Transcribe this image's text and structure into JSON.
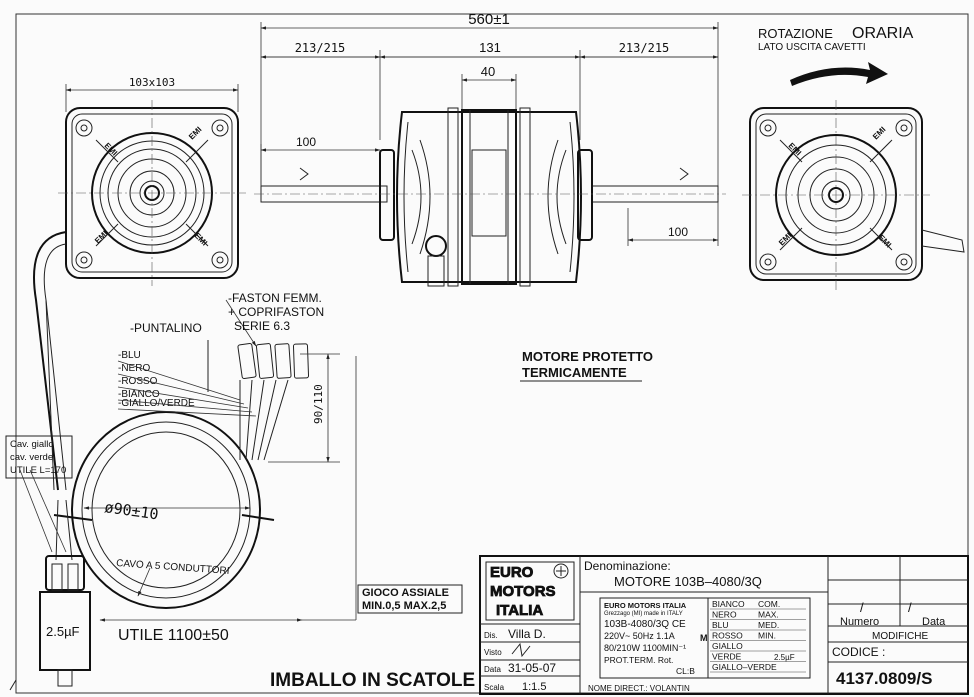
{
  "dimensions": {
    "overall_length": "560±1",
    "shaft_left_span": "213/215",
    "body_length": "131",
    "stator_width": "40",
    "shaft_right_span": "213/215",
    "frame_size": "103x103",
    "shaft_left_100": "100",
    "shaft_right_100": "100",
    "cable_height": "90/110",
    "coil_diameter": "ø90±10",
    "useful_length": "UTILE  1100±50"
  },
  "rotation": {
    "title_part1": "ROTAZIONE",
    "title_part2": "ORARIA",
    "subtitle": "LATO USCITA CAVETTI"
  },
  "labels": {
    "faston_line1": "-FASTON FEMM.",
    "faston_line2": "+ COPRIFASTON",
    "faston_line3": "SERIE 6.3",
    "puntalino": "-PUNTALINO",
    "wire_blu": "-BLU",
    "wire_nero": "-NERO",
    "wire_rosso": "-ROSSO",
    "wire_bianco": "-BIANCO",
    "wire_giallo_verde": "-GIALLO/VERDE",
    "cav_line1": "Cav. giallo",
    "cav_line2": "cav. verde",
    "cav_line3": "UTILE L=170",
    "cable": "CAVO A 5 CONDUTTORI",
    "capacitor": "2.5µF",
    "protected_line1": "MOTORE PROTETTO",
    "protected_line2": "TERMICAMENTE",
    "play_line1": "GIOCO ASSIALE",
    "play_line2": "MIN.0,5  MAX.2,5",
    "packaging": "IMBALLO IN SCATOLE",
    "emi": "EMI"
  },
  "title_block": {
    "logo_line1": "EURO",
    "logo_line2": "MOTORS",
    "logo_line3": "ITALIA",
    "denomination_label": "Denominazione:",
    "denomination_value": "MOTORE 103B–4080/3Q",
    "drawn_label": "Dis.",
    "drawn_value": "Villa D.",
    "checked_label": "Visto",
    "date_label": "Data",
    "date_value": "31-05-07",
    "scale_label": "Scala",
    "scale_value": "1:1.5",
    "nome_direct": "NOME DIRECT.: VOLANTIN",
    "plate_brand": "EURO MOTORS ITALIA",
    "plate_origin": "Grezzago (MI) made in ITALY",
    "plate_model": "103B-4080/3Q CE",
    "plate_voltage": "220V~ 50Hz 1.1A",
    "plate_power": "80/210W 1100MIN⁻¹",
    "plate_prot": "PROT.TERM. Rot.",
    "plate_class": "CL:B",
    "plate_m": "M",
    "plate_cap": "2.5µF",
    "wiring": [
      {
        "color": "BIANCO",
        "function": "COM."
      },
      {
        "color": "NERO",
        "function": "MAX."
      },
      {
        "color": "BLU",
        "function": "MED."
      },
      {
        "color": "ROSSO",
        "function": "MIN."
      },
      {
        "color": "GIALLO",
        "function": ""
      },
      {
        "color": "VERDE",
        "function": ""
      },
      {
        "color": "GIALLO–VERDE",
        "function": ""
      }
    ],
    "slash1": "/",
    "slash2": "/",
    "numero_label": "Numero",
    "data_label": "Data",
    "modifiche_label": "MODIFICHE",
    "codice_label": "CODICE :",
    "codice_value": "4137.0809/S"
  }
}
